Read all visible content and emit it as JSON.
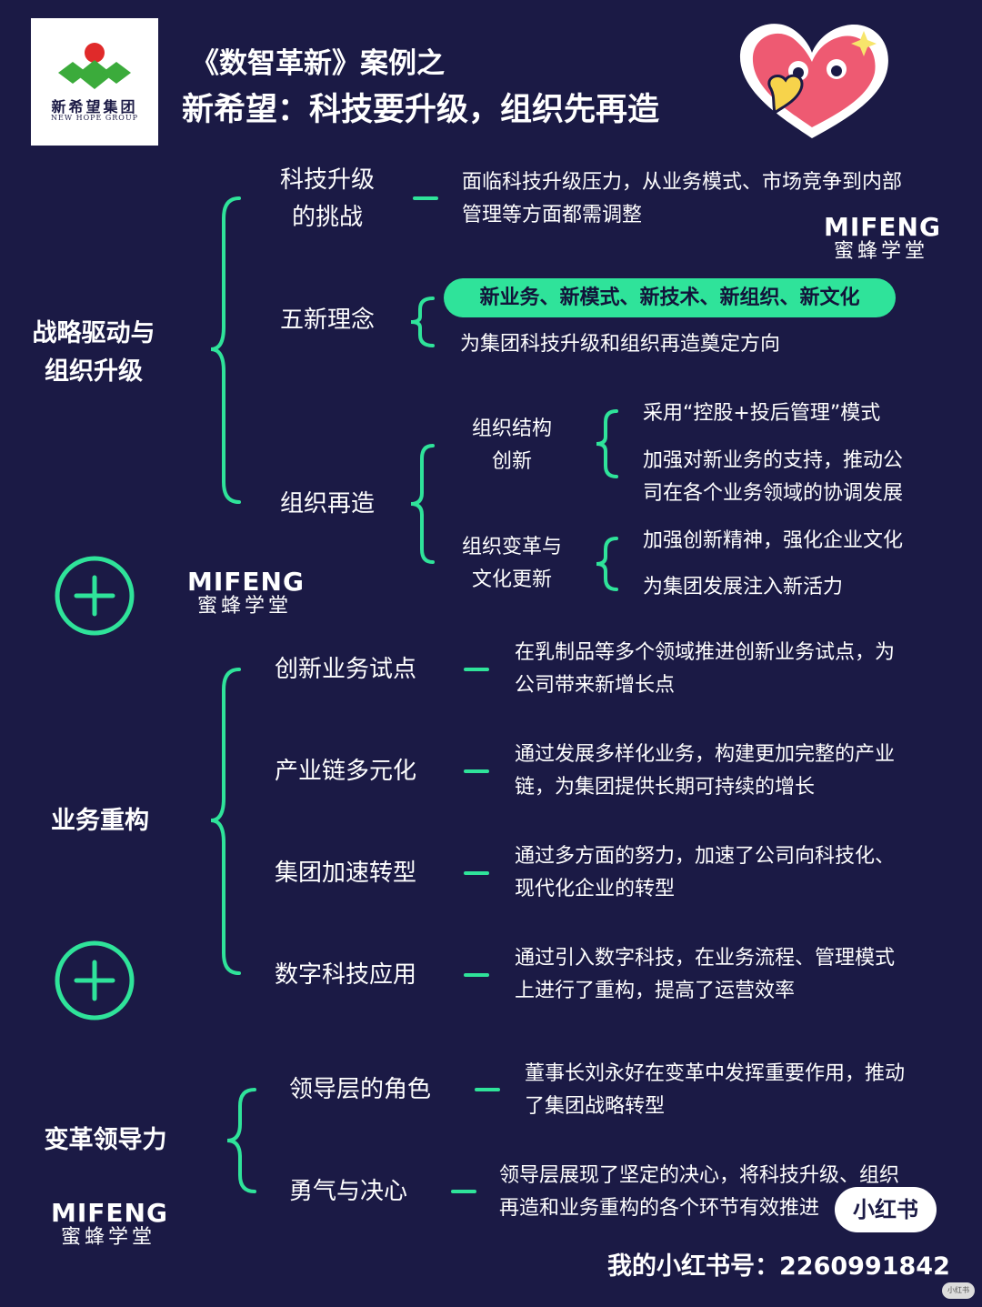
{
  "header": {
    "title_line1": "《数智革新》案例之",
    "title_line2": "新希望：科技要升级，组织先再造"
  },
  "logo": {
    "name_cn": "新希望集团",
    "name_en": "NEW HOPE GROUP"
  },
  "brand": {
    "en": "MIFENG",
    "cn": "蜜蜂学堂"
  },
  "colors": {
    "background": "#1b1a45",
    "accent": "#2fe39a",
    "text": "#ffffff"
  },
  "section1": {
    "category_line1": "战略驱动与",
    "category_line2": "组织升级",
    "challenge": {
      "label_line1": "科技升级",
      "label_line2": "的挑战",
      "desc_line1": "面临科技升级压力，从业务模式、市场竞争到内部",
      "desc_line2": "管理等方面都需调整"
    },
    "five_new": {
      "label": "五新理念",
      "highlight": "新业务、新模式、新技术、新组织、新文化",
      "desc": "为集团科技升级和组织再造奠定方向"
    },
    "reorg": {
      "label": "组织再造",
      "structure": {
        "label_line1": "组织结构",
        "label_line2": "创新",
        "item1": "采用“控股+投后管理”模式",
        "item2_line1": "加强对新业务的支持，推动公",
        "item2_line2": "司在各个业务领域的协调发展"
      },
      "culture": {
        "label_line1": "组织变革与",
        "label_line2": "文化更新",
        "item1": "加强创新精神，强化企业文化",
        "item2": "为集团发展注入新活力"
      }
    }
  },
  "section2": {
    "category": "业务重构",
    "items": [
      {
        "label": "创新业务试点",
        "desc_line1": "在乳制品等多个领域推进创新业务试点，为",
        "desc_line2": "公司带来新增长点"
      },
      {
        "label": "产业链多元化",
        "desc_line1": "通过发展多样化业务，构建更加完整的产业",
        "desc_line2": "链，为集团提供长期可持续的增长"
      },
      {
        "label": "集团加速转型",
        "desc_line1": "通过多方面的努力，加速了公司向科技化、",
        "desc_line2": "现代化企业的转型"
      },
      {
        "label": "数字科技应用",
        "desc_line1": "通过引入数字科技，在业务流程、管理模式",
        "desc_line2": "上进行了重构，提高了运营效率"
      }
    ]
  },
  "section3": {
    "category": "变革领导力",
    "items": [
      {
        "label": "领导层的角色",
        "desc_line1": "董事长刘永好在变革中发挥重要作用，推动",
        "desc_line2": "了集团战略转型"
      },
      {
        "label": "勇气与决心",
        "desc_line1": "领导层展现了坚定的决心，将科技升级、组织",
        "desc_line2": "再造和业务重构的各个环节有效推进"
      }
    ]
  },
  "footer": {
    "account": "我的小红书号：2260991842",
    "badge": "小红书",
    "watermark": "小红书"
  }
}
